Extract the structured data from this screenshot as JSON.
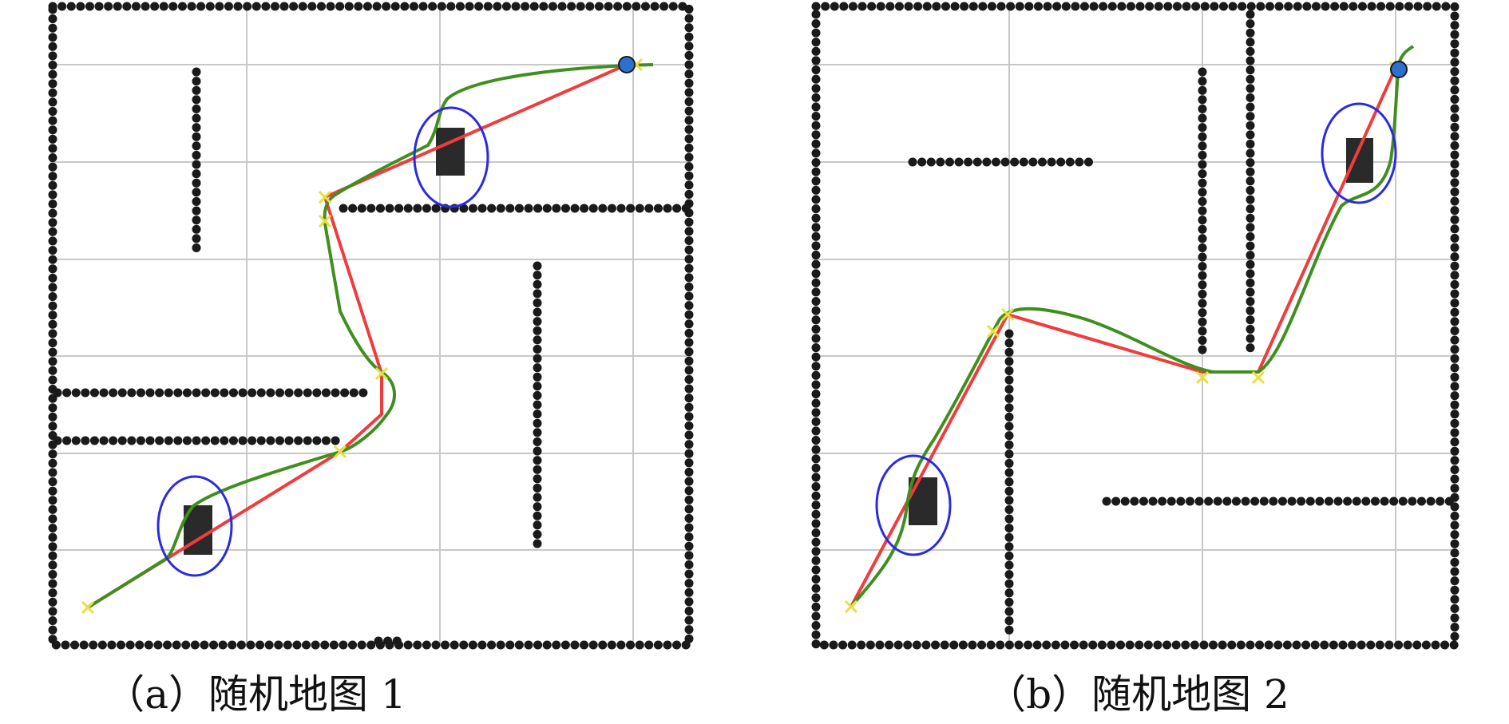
{
  "colors": {
    "obstacle": "#1a1a1a",
    "grid": "#c8c8c8",
    "planned_path": "#f03c3c",
    "smoothed_path": "#3f8f1f",
    "highlight_ellipse": "#2a2ae0",
    "waypoint_marker": "#e8e040",
    "goal_marker": "#2f6fd0"
  },
  "panels": [
    {
      "id": "a",
      "caption": "（a）随机地图 1"
    },
    {
      "id": "b",
      "caption": "（b）随机地图 2"
    }
  ]
}
